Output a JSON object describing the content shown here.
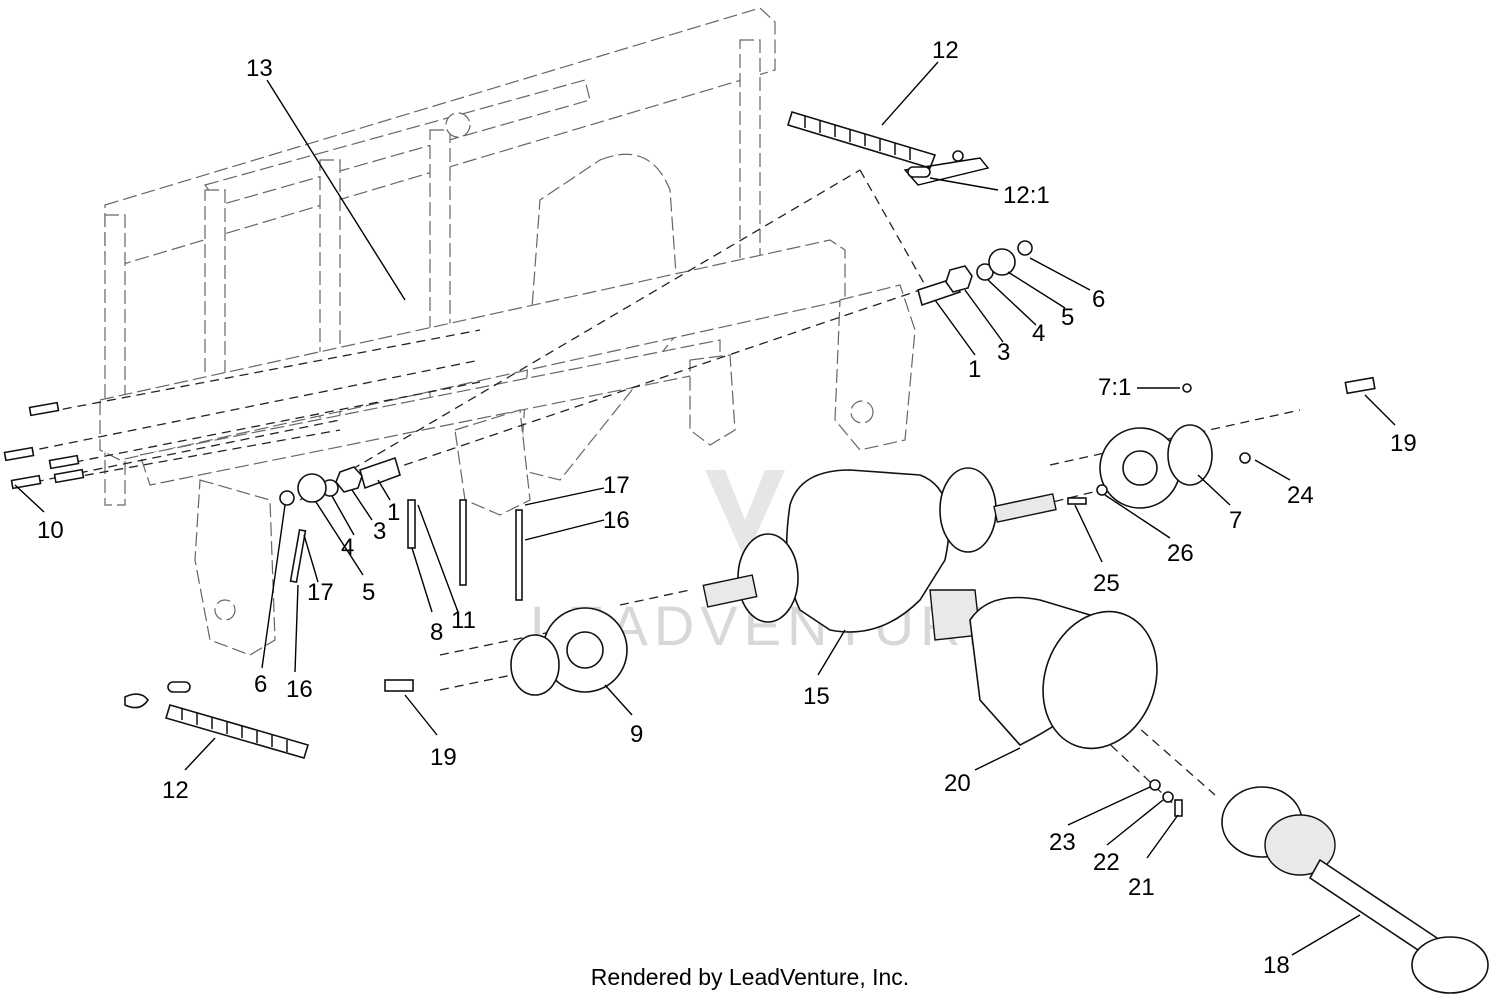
{
  "watermark": "LEADVENTURE",
  "credit": "Rendered by LeadVenture, Inc.",
  "callouts": [
    {
      "id": "c13",
      "text": "13"
    },
    {
      "id": "c12a",
      "text": "12"
    },
    {
      "id": "c12_1",
      "text": "12:1"
    },
    {
      "id": "c6a",
      "text": "6"
    },
    {
      "id": "c5a",
      "text": "5"
    },
    {
      "id": "c4a",
      "text": "4"
    },
    {
      "id": "c3a",
      "text": "3"
    },
    {
      "id": "c1a",
      "text": "1"
    },
    {
      "id": "c7_1",
      "text": "7:1"
    },
    {
      "id": "c19a",
      "text": "19"
    },
    {
      "id": "c24",
      "text": "24"
    },
    {
      "id": "c7",
      "text": "7"
    },
    {
      "id": "c26",
      "text": "26"
    },
    {
      "id": "c25",
      "text": "25"
    },
    {
      "id": "c10",
      "text": "10"
    },
    {
      "id": "c1b",
      "text": "1"
    },
    {
      "id": "c3b",
      "text": "3"
    },
    {
      "id": "c4b",
      "text": "4"
    },
    {
      "id": "c5b",
      "text": "5"
    },
    {
      "id": "c17a",
      "text": "17"
    },
    {
      "id": "c6b",
      "text": "6"
    },
    {
      "id": "c16a",
      "text": "16"
    },
    {
      "id": "c8",
      "text": "8"
    },
    {
      "id": "c11",
      "text": "11"
    },
    {
      "id": "c17b",
      "text": "17"
    },
    {
      "id": "c16b",
      "text": "16"
    },
    {
      "id": "c15",
      "text": "15"
    },
    {
      "id": "c9",
      "text": "9"
    },
    {
      "id": "c19b",
      "text": "19"
    },
    {
      "id": "c12b",
      "text": "12"
    },
    {
      "id": "c20",
      "text": "20"
    },
    {
      "id": "c23",
      "text": "23"
    },
    {
      "id": "c22",
      "text": "22"
    },
    {
      "id": "c21",
      "text": "21"
    },
    {
      "id": "c18",
      "text": "18"
    }
  ]
}
